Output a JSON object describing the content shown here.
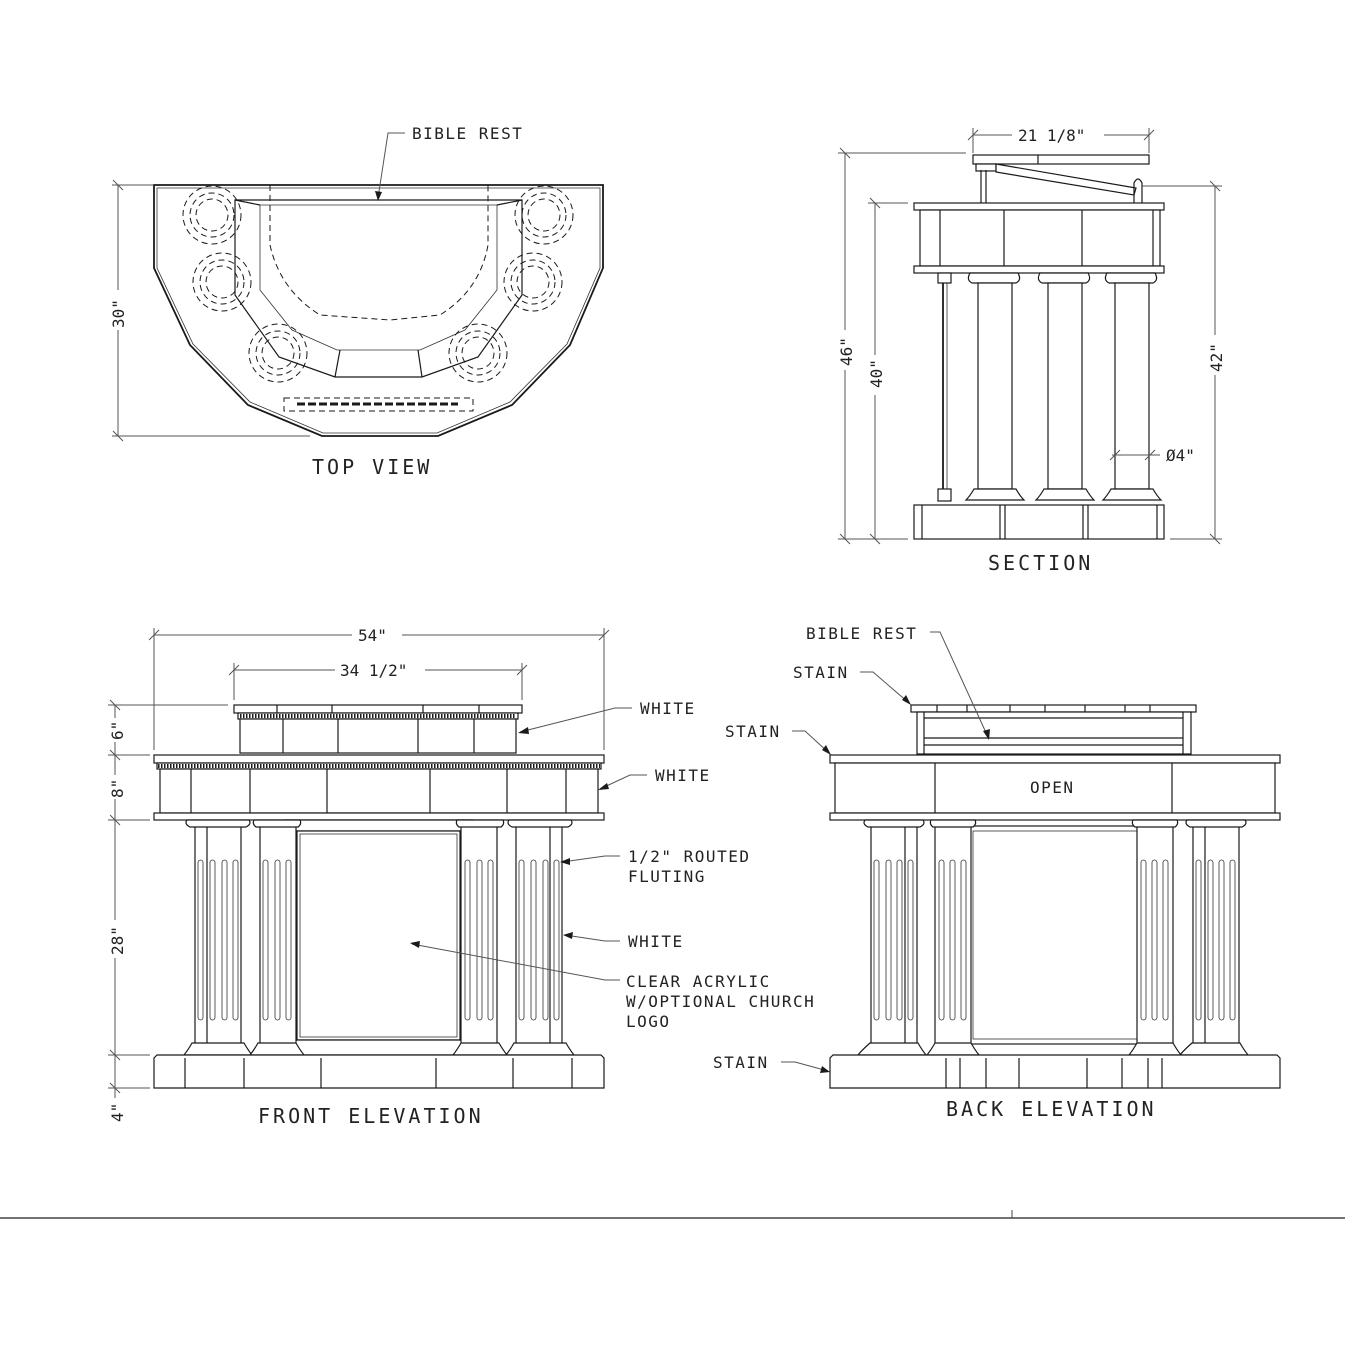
{
  "top_view": {
    "title": "TOP VIEW",
    "callout_bible_rest": "BIBLE REST",
    "dim_depth": "30\""
  },
  "section": {
    "title": "SECTION",
    "dim_top_width": "21 1/8\"",
    "dim_overall_height": "46\"",
    "dim_body_height": "40\"",
    "dim_rest_height": "42\"",
    "dim_column_diameter": "Ø4\""
  },
  "front_elevation": {
    "title": "FRONT ELEVATION",
    "dim_overall_width": "54\"",
    "dim_top_width": "34 1/2\"",
    "dim_top_cap": "6\"",
    "dim_body": "8\"",
    "dim_columns": "28\"",
    "dim_base": "4\"",
    "callouts": {
      "top_cap_finish": "WHITE",
      "body_finish": "WHITE",
      "fluting_line1": "1/2\" ROUTED",
      "fluting_line2": "FLUTING",
      "column_finish": "WHITE",
      "panel_line1": "CLEAR ACRYLIC",
      "panel_line2": "W/OPTIONAL CHURCH",
      "panel_line3": "LOGO"
    }
  },
  "back_elevation": {
    "title": "BACK ELEVATION",
    "callout_bible_rest": "BIBLE REST",
    "callout_top_stain": "STAIN",
    "callout_body_stain": "STAIN",
    "callout_base_stain": "STAIN",
    "open_label": "OPEN"
  },
  "colors": {
    "line": "#1a1a1a",
    "dimension": "#555555",
    "background": "#ffffff"
  }
}
